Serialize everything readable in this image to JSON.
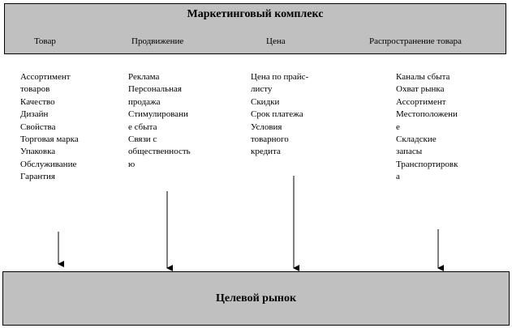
{
  "diagram": {
    "title": "Маркетинговый комплекс",
    "target": "Целевой рынок",
    "columns": [
      {
        "header": "Товар",
        "items": [
          "Ассортимент",
          "товаров",
          "Качество",
          "Дизайн",
          "Свойства",
          "Торговая марка",
          "Упаковка",
          "Обслуживание",
          "Гарантия"
        ]
      },
      {
        "header": "Продвижение",
        "items": [
          "Реклама",
          "Персональная",
          "продажа",
          "Стимулировани",
          "е сбыта",
          "Связи с",
          "общественность",
          "ю"
        ]
      },
      {
        "header": "Цена",
        "items": [
          "Цена по прайс-",
          "листу",
          "Скидки",
          "Срок платежа",
          "Условия",
          "товарного",
          "кредита"
        ]
      },
      {
        "header": "Распространение товара",
        "items": [
          "Каналы сбыта",
          "Охват рынка",
          "Ассортимент",
          "Местоположени",
          "е",
          "Складские",
          "запасы",
          "Транспортировк",
          "а"
        ]
      }
    ]
  }
}
